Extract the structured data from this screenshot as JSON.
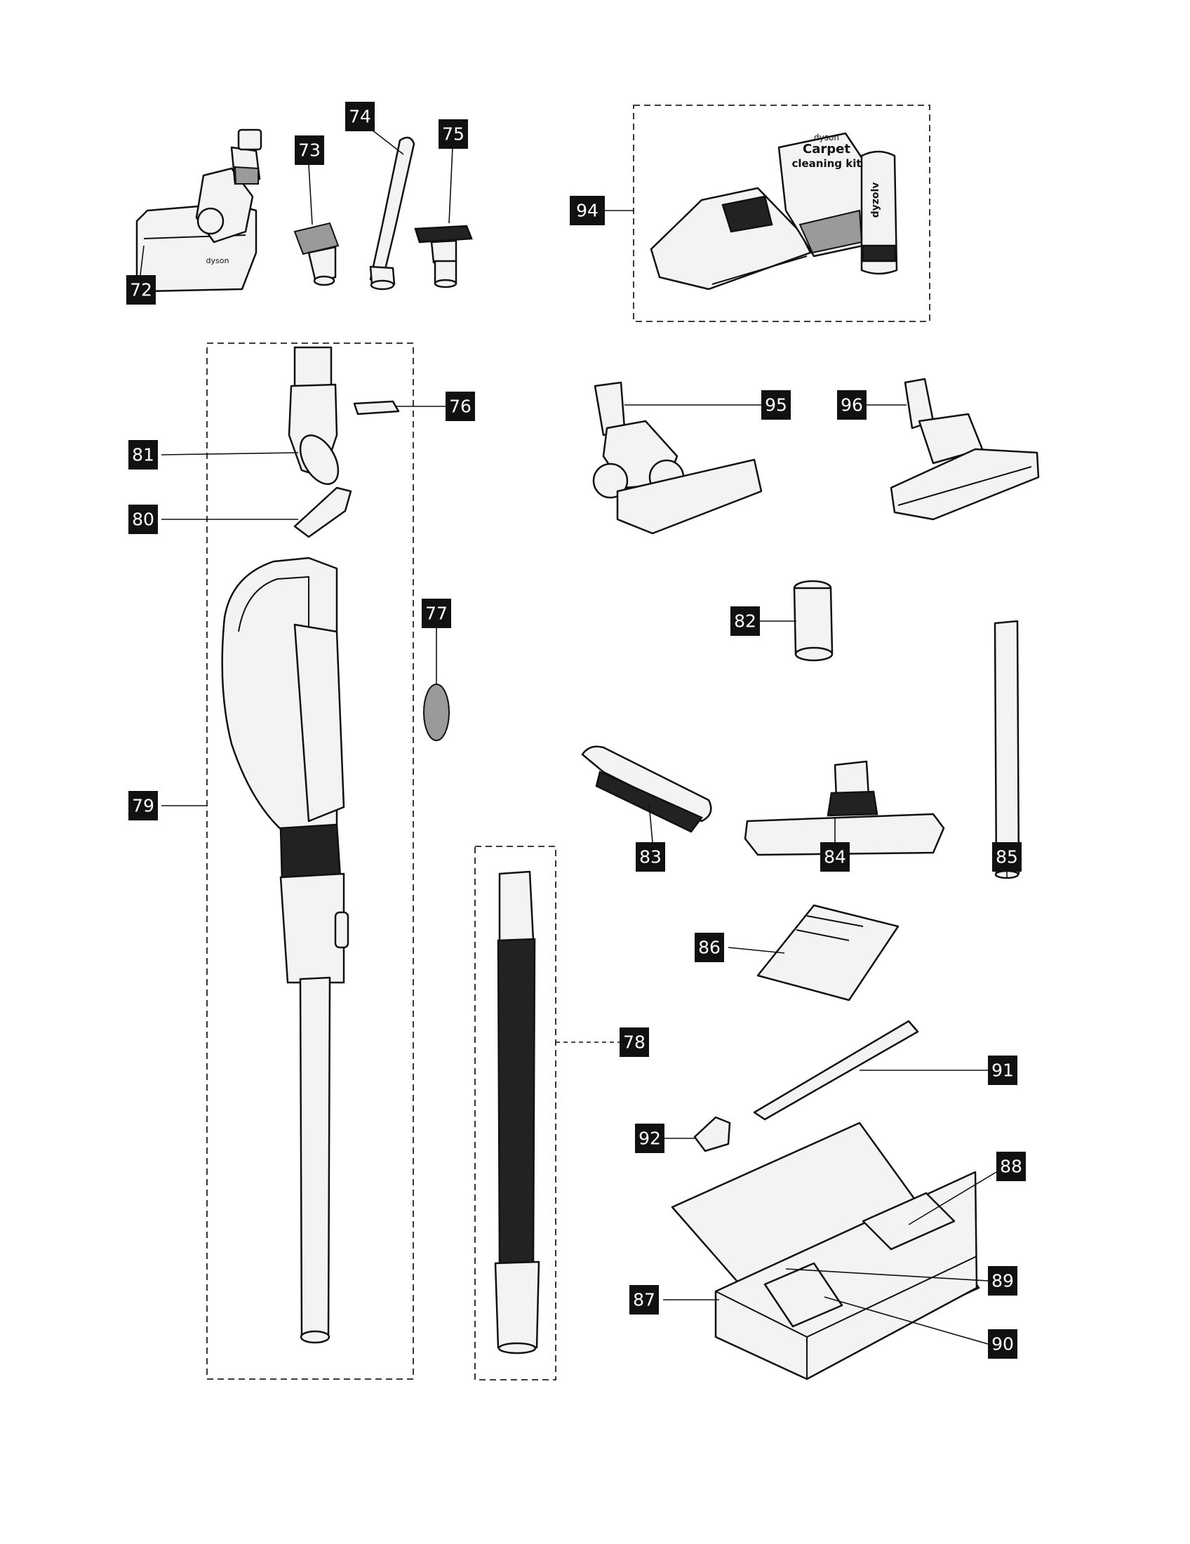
{
  "callouts": {
    "c72": "72",
    "c73": "73",
    "c74": "74",
    "c75": "75",
    "c76": "76",
    "c77": "77",
    "c78": "78",
    "c79": "79",
    "c80": "80",
    "c81": "81",
    "c82": "82",
    "c83": "83",
    "c84": "84",
    "c85": "85",
    "c86": "86",
    "c87": "87",
    "c88": "88",
    "c89": "89",
    "c90": "90",
    "c91": "91",
    "c92": "92",
    "c94": "94",
    "c95": "95",
    "c96": "96"
  },
  "printed_text": {
    "brand_72": "dyson",
    "kit_brand": "dyson",
    "kit_line1": "Carpet",
    "kit_line2": "cleaning kit",
    "can_brand": "dyzolv"
  },
  "colors": {
    "callout_bg": "#111111",
    "callout_fg": "#ffffff",
    "line": "#111111"
  }
}
